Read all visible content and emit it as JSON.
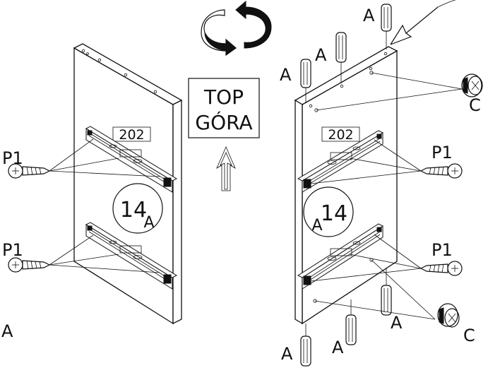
{
  "orientation": {
    "top_label": "TOP",
    "gora_label": "GÓRA",
    "rotate_icon": "rotate-arrows-icon",
    "up_arrow_icon": "up-arrow-icon"
  },
  "left_panel": {
    "panel_code": "202",
    "part_number": "14",
    "part_suffix": "A",
    "screw_labels": [
      "P1",
      "P1"
    ],
    "dowel_label": "A"
  },
  "right_panel": {
    "panel_code": "202",
    "part_number": "14",
    "part_suffix": "A",
    "screw_labels": [
      "P1",
      "P1"
    ],
    "dowel_labels": [
      "A",
      "A",
      "A",
      "A",
      "A",
      "A"
    ],
    "cam_labels": [
      "C",
      "C"
    ]
  }
}
